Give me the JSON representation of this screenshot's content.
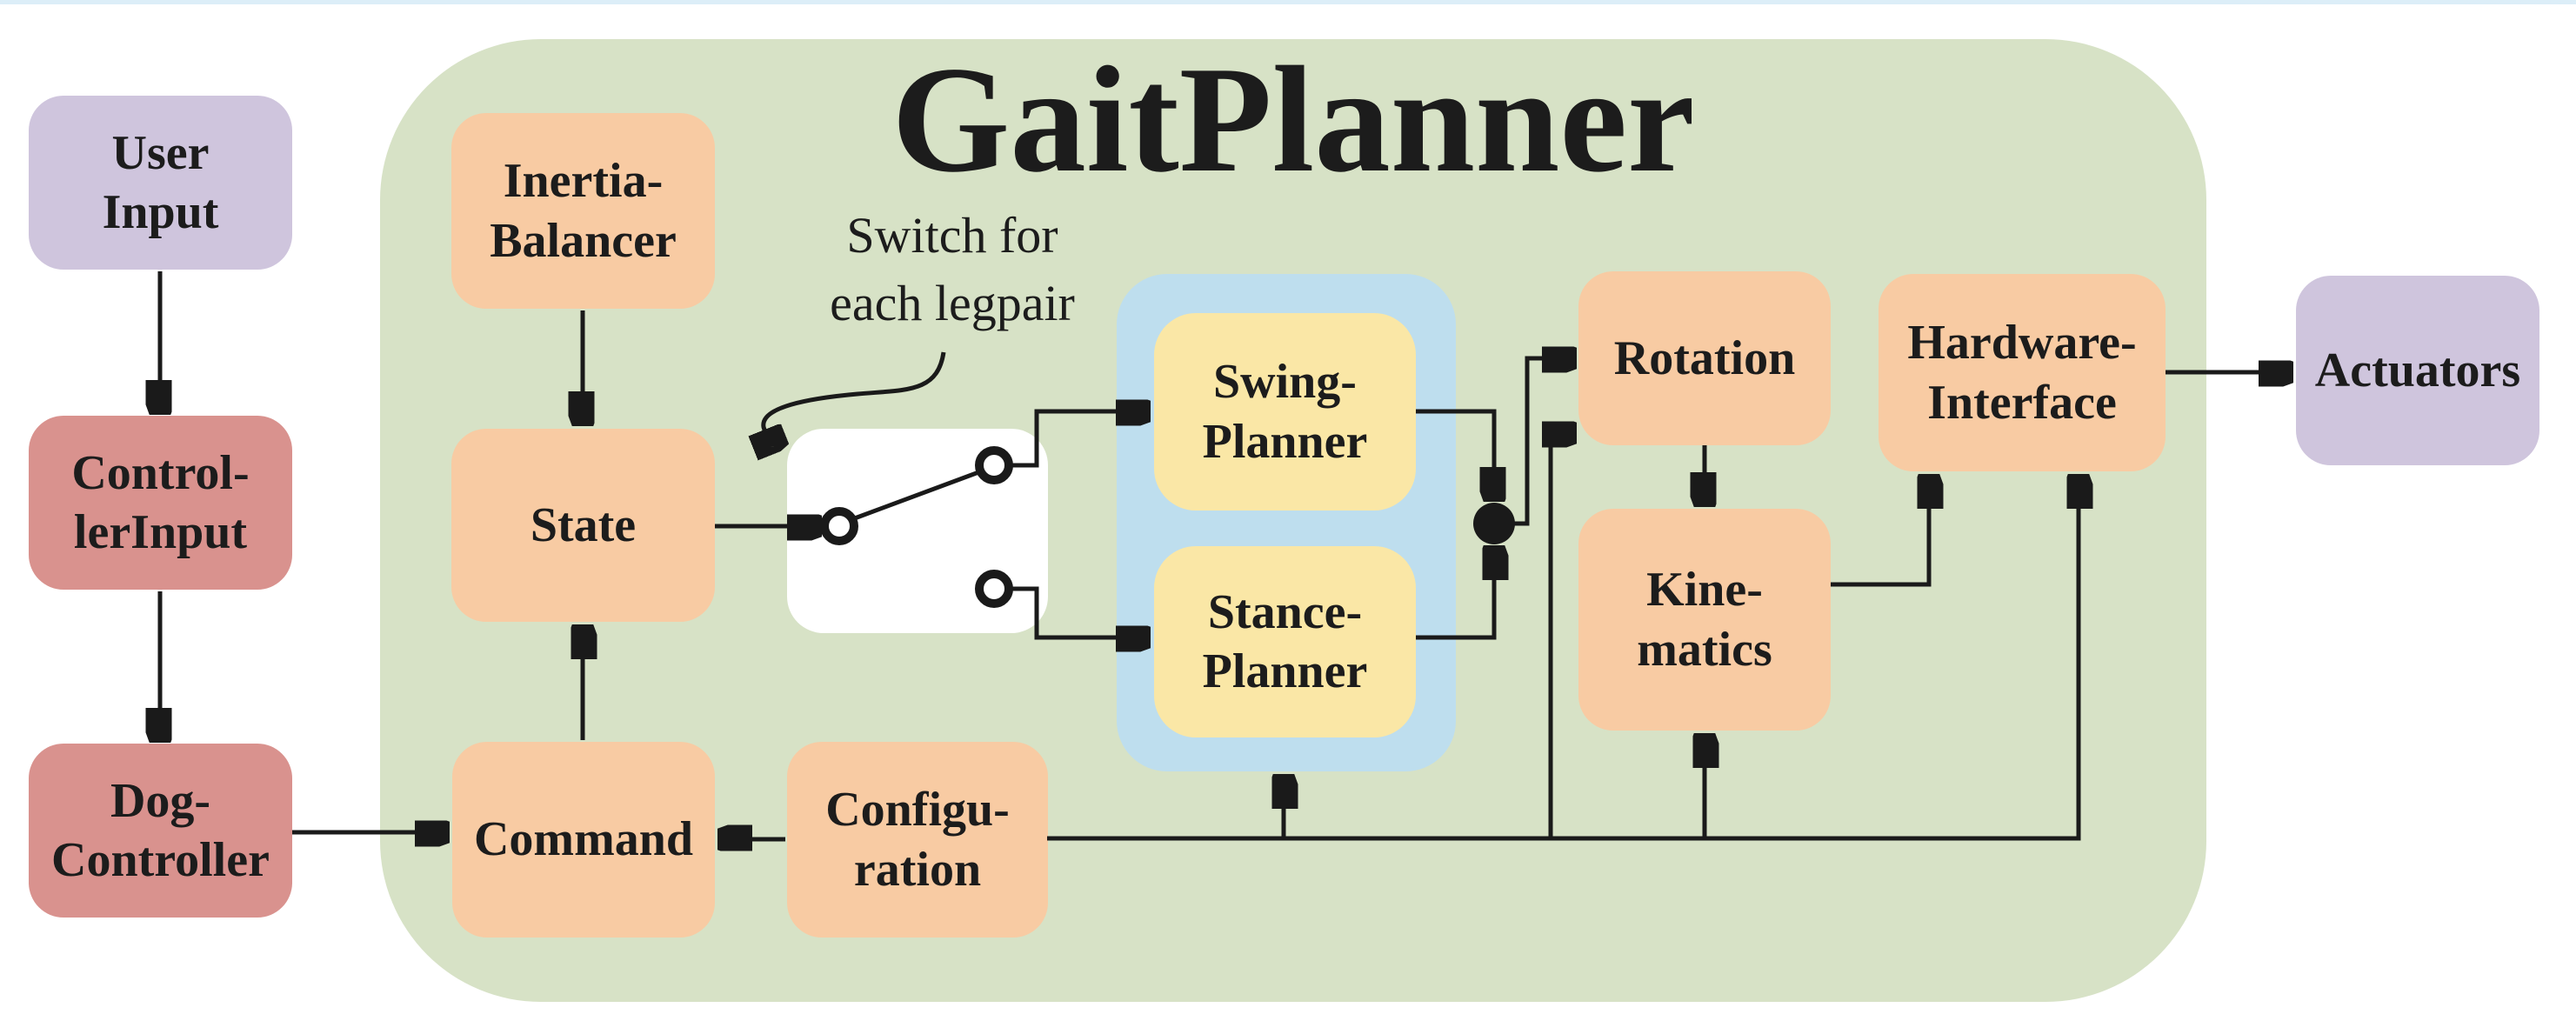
{
  "title": "GaitPlanner",
  "annotation": {
    "switch_note": "Switch for\neach legpair"
  },
  "palette": {
    "background": "#ffffff",
    "top_border": "#dceef8",
    "gaitplanner_panel": "#d7e2c6",
    "planner_group_panel": "#bedeee",
    "module_box": "#f8cba3",
    "planner_box": "#fae7a6",
    "io_box": "#cfc5dd",
    "controller_box": "#d9928e",
    "switch_box": "#ffffff",
    "line": "#1a1a1a"
  },
  "nodes": {
    "user_input": {
      "label": "User\nInput"
    },
    "controller_input": {
      "label": "Control-\nlerInput"
    },
    "dog_controller": {
      "label": "Dog-\nController"
    },
    "inertia_balancer": {
      "label": "Inertia-\nBalancer"
    },
    "state": {
      "label": "State"
    },
    "command": {
      "label": "Command"
    },
    "configuration": {
      "label": "Configu-\nration"
    },
    "swing_planner": {
      "label": "Swing-\nPlanner"
    },
    "stance_planner": {
      "label": "Stance-\nPlanner"
    },
    "rotation": {
      "label": "Rotation"
    },
    "kinematics": {
      "label": "Kine-\nmatics"
    },
    "hardware_interface": {
      "label": "Hardware-\nInterface"
    },
    "actuators": {
      "label": "Actuators"
    }
  },
  "edges": [
    {
      "from": "user_input",
      "to": "controller_input"
    },
    {
      "from": "controller_input",
      "to": "dog_controller"
    },
    {
      "from": "dog_controller",
      "to": "command"
    },
    {
      "from": "command",
      "to": "state"
    },
    {
      "from": "inertia_balancer",
      "to": "state"
    },
    {
      "from": "state",
      "to": "legpair_switch"
    },
    {
      "from": "legpair_switch",
      "to": "swing_planner",
      "via": "closed contact (top)"
    },
    {
      "from": "legpair_switch",
      "to": "stance_planner",
      "via": "open contact (bottom)"
    },
    {
      "from": "swing_planner",
      "to": "rotation",
      "via": "merge junction"
    },
    {
      "from": "stance_planner",
      "to": "rotation",
      "via": "merge junction"
    },
    {
      "from": "rotation",
      "to": "kinematics"
    },
    {
      "from": "kinematics",
      "to": "hardware_interface"
    },
    {
      "from": "hardware_interface",
      "to": "actuators"
    },
    {
      "from": "configuration",
      "to": "command"
    },
    {
      "from": "configuration",
      "to": "planner_group"
    },
    {
      "from": "configuration",
      "to": "rotation"
    },
    {
      "from": "configuration",
      "to": "kinematics"
    },
    {
      "from": "configuration",
      "to": "hardware_interface"
    }
  ]
}
